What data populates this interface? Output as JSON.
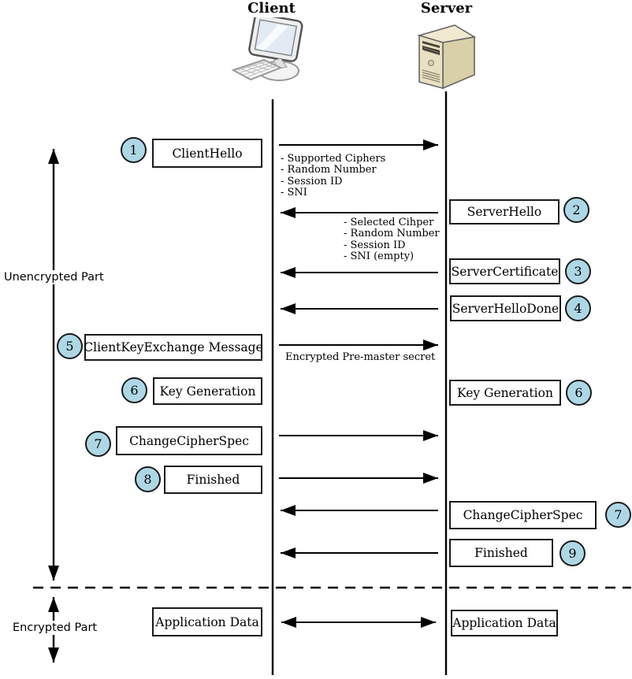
{
  "actors": {
    "client": "Client",
    "server": "Server"
  },
  "sections": {
    "unencrypted_label": "Unencrypted Part",
    "encrypted_label": "Encrypted Part"
  },
  "steps": {
    "client_hello": {
      "num": "1",
      "label": "ClientHello"
    },
    "server_hello": {
      "num": "2",
      "label": "ServerHello"
    },
    "server_certificate": {
      "num": "3",
      "label": "ServerCertificate"
    },
    "server_hello_done": {
      "num": "4",
      "label": "ServerHelloDone"
    },
    "client_key_exchange": {
      "num": "5",
      "label": "ClientKeyExchange Message"
    },
    "key_generation_client": {
      "num": "6",
      "label": "Key Generation"
    },
    "key_generation_server": {
      "num": "6",
      "label": "Key Generation"
    },
    "change_cipher_spec_client": {
      "num": "7",
      "label": "ChangeCipherSpec"
    },
    "finished_client": {
      "num": "8",
      "label": "Finished"
    },
    "change_cipher_spec_server": {
      "num": "7",
      "label": "ChangeCipherSpec"
    },
    "finished_server": {
      "num": "9",
      "label": "Finished"
    },
    "application_data_client": {
      "label": "Application Data"
    },
    "application_data_server": {
      "label": "Application Data"
    }
  },
  "annotations": {
    "client_hello_params": [
      "- Supported Ciphers",
      "- Random Number",
      "- Session ID",
      "- SNI"
    ],
    "server_hello_params": [
      "- Selected Cihper",
      "- Random Number",
      "- Session ID",
      "- SNI (empty)"
    ],
    "pre_master_secret": "Encrypted Pre-master secret"
  },
  "colors": {
    "step_circle_fill": "#aed7e6",
    "line": "#000000",
    "box_border": "#1a1a1a"
  }
}
